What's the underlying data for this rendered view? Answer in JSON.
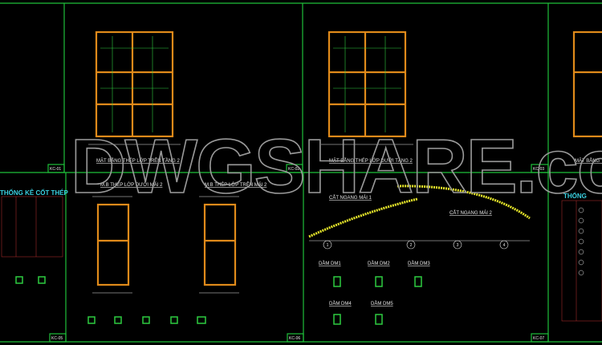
{
  "watermark": "DWGSHARE.com",
  "colors": {
    "sheet_border": "#1fbf3a",
    "beam": "#e08a1a",
    "rebar": "#e6e62a",
    "grid": "#39d0e0",
    "text": "#e8e8e8",
    "watermark": "#9a9a9a"
  },
  "sheets": [
    {
      "code": "KC-01"
    },
    {
      "code": "KC-02",
      "title": "MẶT BẰNG THÉP LỚP TRÊN TẦNG 2"
    },
    {
      "code": "KC-03",
      "title": "MẶT BẰNG THÉP LỚP DƯỚI TẦNG 2"
    },
    {
      "title": "MẶT BẰNG THÉP"
    },
    {
      "code": "KC-05",
      "title": "THỐNG KÊ CỐT THÉP"
    },
    {
      "code": "KC-06",
      "title_left": "M.B THÉP LỚP DƯỚI MÁI 2",
      "title_right": "M.B THÉP LỚP TRÊN MÁI 2"
    },
    {
      "code": "KC-07",
      "section1": "CẮT NGANG MÁI 1",
      "section2": "CẮT NGANG MÁI 2"
    },
    {
      "title": "THỐNG"
    }
  ],
  "beams": [
    "DẦM DM1",
    "DẦM DM2",
    "DẦM DM3",
    "DẦM DM4",
    "DẦM DM5"
  ],
  "axes": [
    "1",
    "2",
    "3",
    "4"
  ]
}
